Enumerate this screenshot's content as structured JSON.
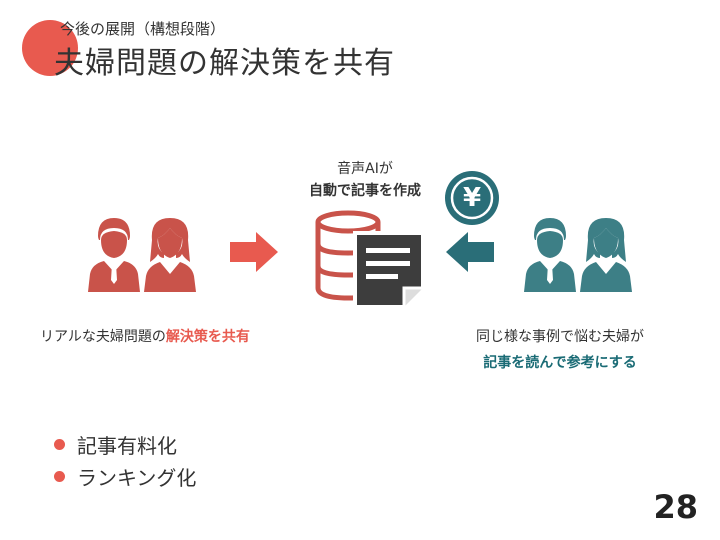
{
  "header": {
    "subtitle": "今後の展開（構想段階）",
    "title": "夫婦問題の解決策を共有"
  },
  "center": {
    "line1": "音声AIが",
    "line2": "自動で記事を作成"
  },
  "coin": {
    "symbol": "¥"
  },
  "left_caption": {
    "prefix": "リアルな夫婦問題の",
    "highlight": "解決策を共有"
  },
  "right_caption": {
    "line1": "同じ様な事例で悩む夫婦が",
    "line2": "記事を読んで参考にする"
  },
  "bullets": [
    "記事有料化",
    "ランキング化"
  ],
  "page_number": "28",
  "colors": {
    "accent_red": "#e85a4f",
    "teal": "#2a6e78",
    "dark_text": "#333333"
  },
  "icons": [
    "couple-icon-red",
    "arrow-right-icon",
    "database-icon",
    "document-icon",
    "yen-coin-icon",
    "arrow-left-icon",
    "couple-icon-teal"
  ]
}
